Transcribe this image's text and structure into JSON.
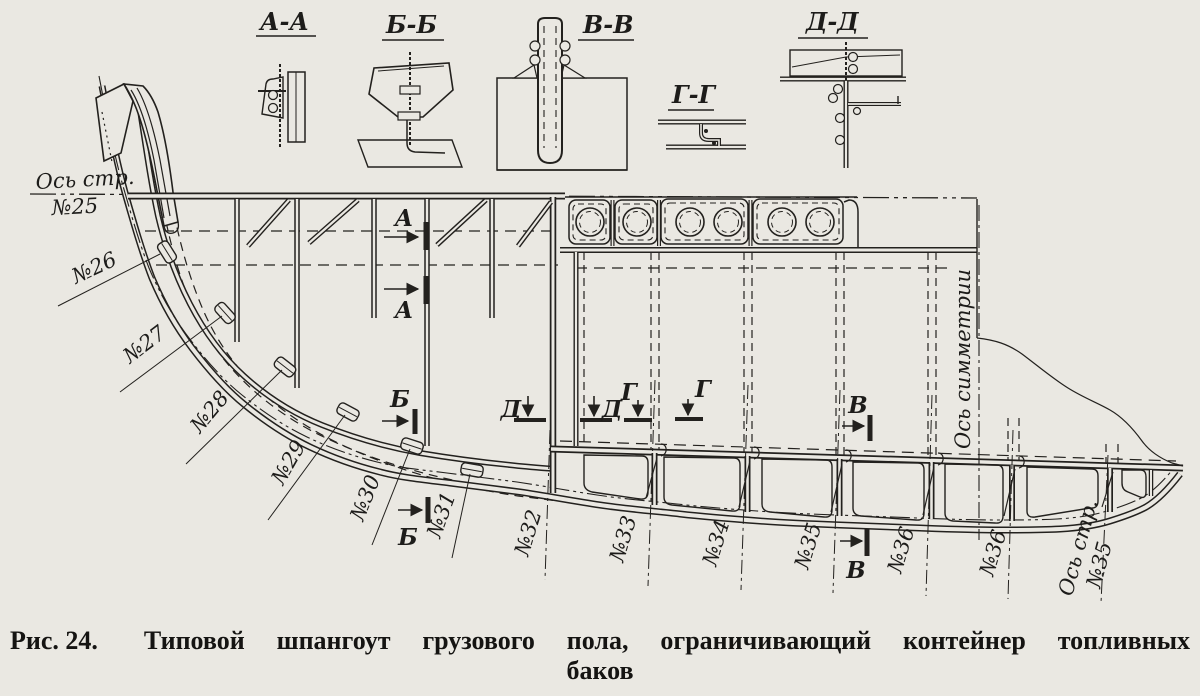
{
  "palette": {
    "paper": "#eae8e2",
    "ink": "#23211e"
  },
  "sections": {
    "aa": "А-А",
    "bb": "Б-Б",
    "vv": "В-В",
    "gg": "Г-Г",
    "dd": "Д-Д"
  },
  "axis_frame25": {
    "line1": "Ось стр.",
    "line2": "№25"
  },
  "axis_symmetry": {
    "label": "Ось симметрии"
  },
  "axis_frame35": {
    "line1": "Ось стр.",
    "line2": "№35"
  },
  "stations": {
    "n26": "№26",
    "n27": "№27",
    "n28": "№28",
    "n29": "№29",
    "n30": "№30",
    "n31": "№31",
    "n32": "№32",
    "n33": "№33",
    "n34": "№34",
    "n35": "№35",
    "n36": "№36",
    "n36b": "№36"
  },
  "cut_marks": {
    "a_top": "А",
    "a_bottom": "А",
    "b_top": "Б",
    "b_bottom": "Б",
    "v_top": "В",
    "v_bottom": "В",
    "g_left": "Г",
    "g_right": "Г",
    "d_left": "Д",
    "d_right": "Д"
  },
  "caption": {
    "prefix": "Рис. 24.",
    "line1": "Типовой шпангоут грузового пола, ограничивающий контейнер топливных",
    "line2": "баков"
  }
}
